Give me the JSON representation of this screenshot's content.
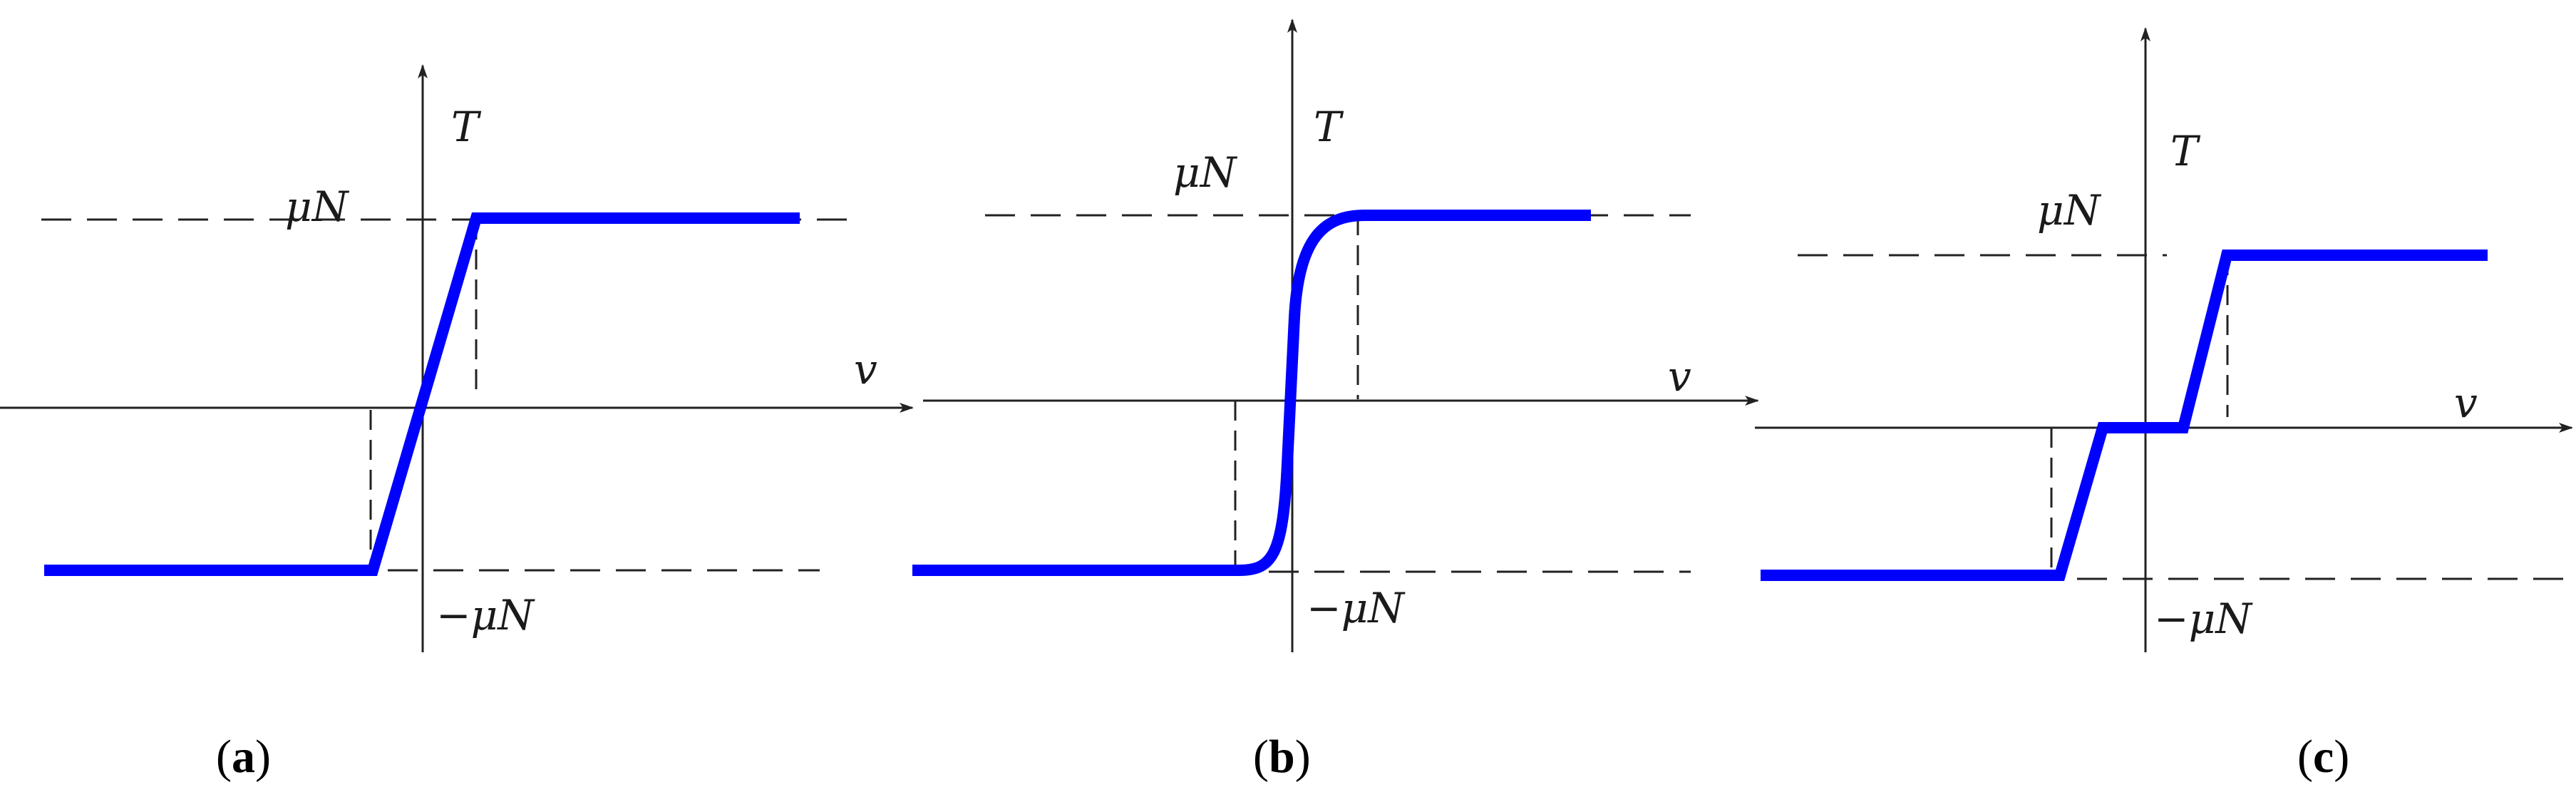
{
  "colors": {
    "curve": "#0000ff",
    "axis": "#222222",
    "dash": "#222222",
    "text": "#1a1a1a"
  },
  "panels": [
    {
      "id": "a",
      "caption_open": "(",
      "caption_letter": "a",
      "caption_close": ")",
      "y_label": "T",
      "x_label": "v",
      "upper_label": "μN",
      "lower_label": "−μN",
      "shape": "linear-saturation"
    },
    {
      "id": "b",
      "caption_open": "(",
      "caption_letter": "b",
      "caption_close": ")",
      "y_label": "T",
      "x_label": "v",
      "upper_label": "μN",
      "lower_label": "−μN",
      "shape": "smooth-saturation"
    },
    {
      "id": "c",
      "caption_open": "(",
      "caption_letter": "c",
      "caption_close": ")",
      "y_label": "T",
      "x_label": "v",
      "upper_label": "μN",
      "lower_label": "−μN",
      "shape": "dead-zone-saturation"
    }
  ]
}
